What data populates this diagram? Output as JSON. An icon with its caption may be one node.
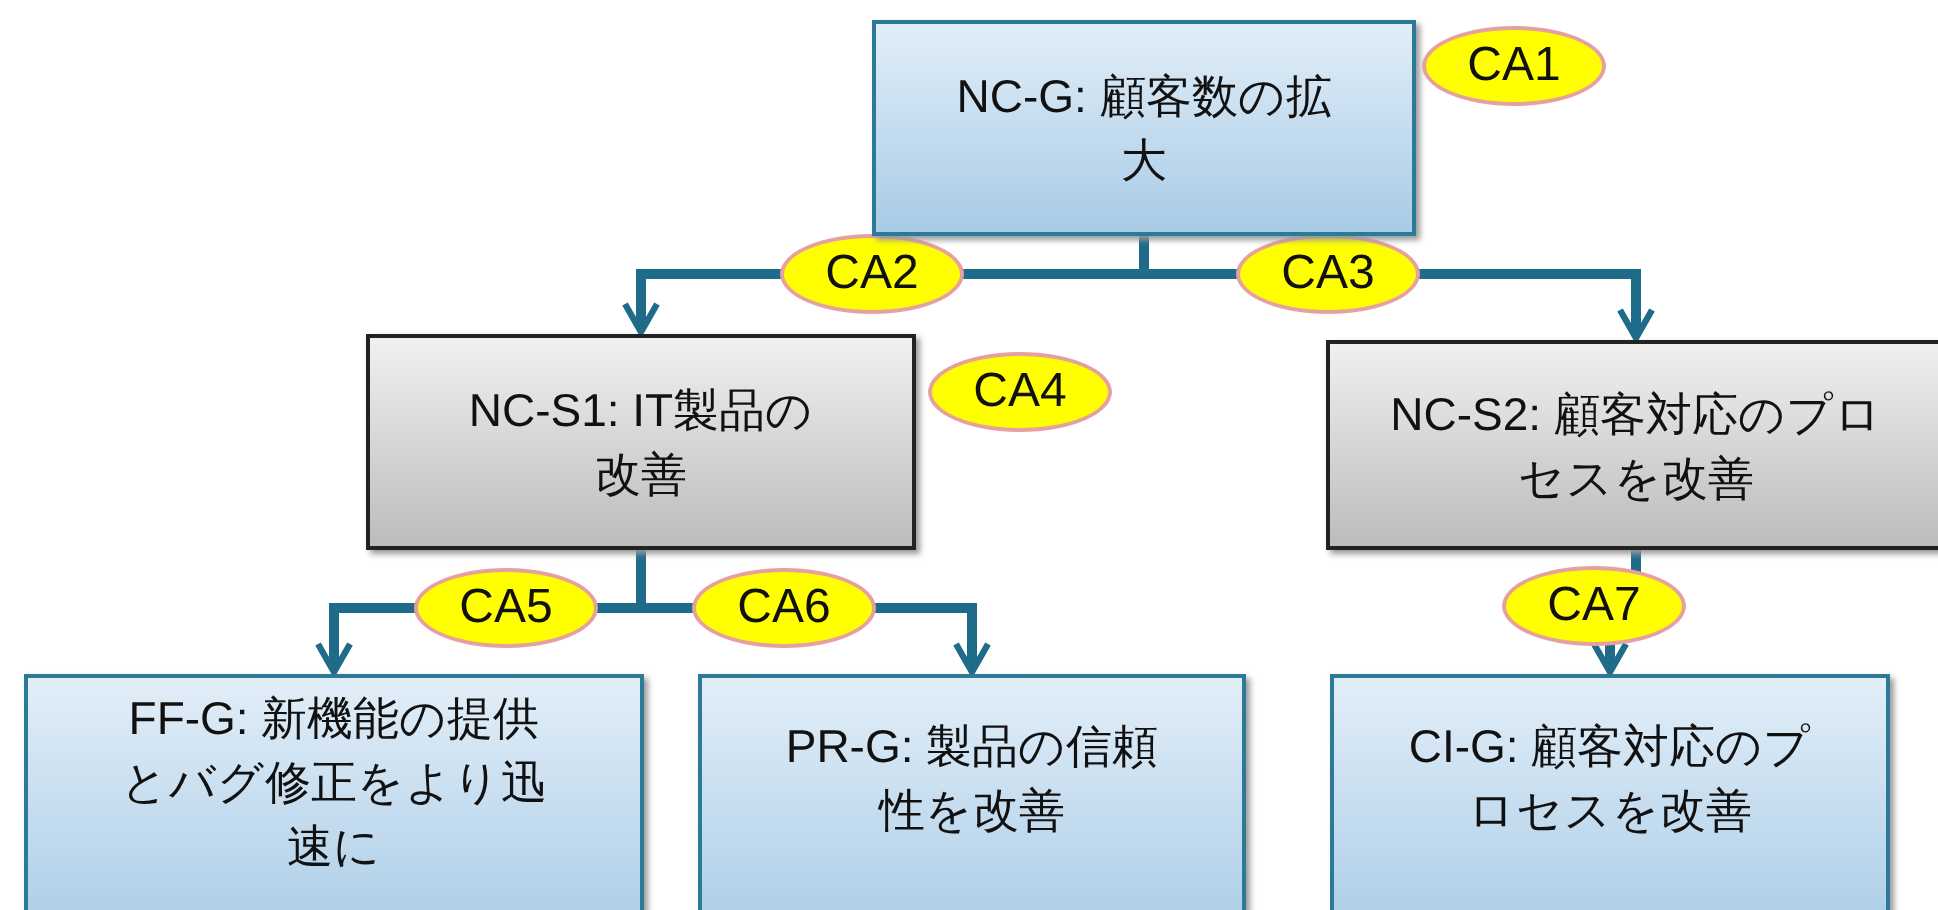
{
  "diagram": {
    "nodes": [
      {
        "text": [
          "NC-G: 顧客数の拡大"
        ],
        "beside": [
          "CA1"
        ]
      },
      {
        "text": [
          "NC-S1: IT製品の改善"
        ],
        "beside": [
          "CA4"
        ]
      },
      {
        "text": [
          "NC-S2: 顧客対応のプロセスを改善"
        ]
      },
      {
        "text": [
          "FF-G: 新機能の提供とバグ修正をより迅速に"
        ]
      },
      {
        "text": [
          "PR-G: 製品の信頼性を改善"
        ]
      },
      {
        "text": [
          "CI-G: 顧客対応のプロセスを改善"
        ]
      }
    ],
    "edges": [
      {
        "from": 0,
        "to": 1,
        "arrow": "to",
        "label": "CA2"
      },
      {
        "from": 0,
        "to": 2,
        "arrow": "to",
        "label": "CA3"
      },
      {
        "from": 1,
        "to": 3,
        "arrow": "to",
        "label": "CA5"
      },
      {
        "from": 1,
        "to": 4,
        "arrow": "to",
        "label": "CA6"
      },
      {
        "from": 2,
        "to": 5,
        "arrow": "to",
        "label": "CA7"
      }
    ]
  }
}
